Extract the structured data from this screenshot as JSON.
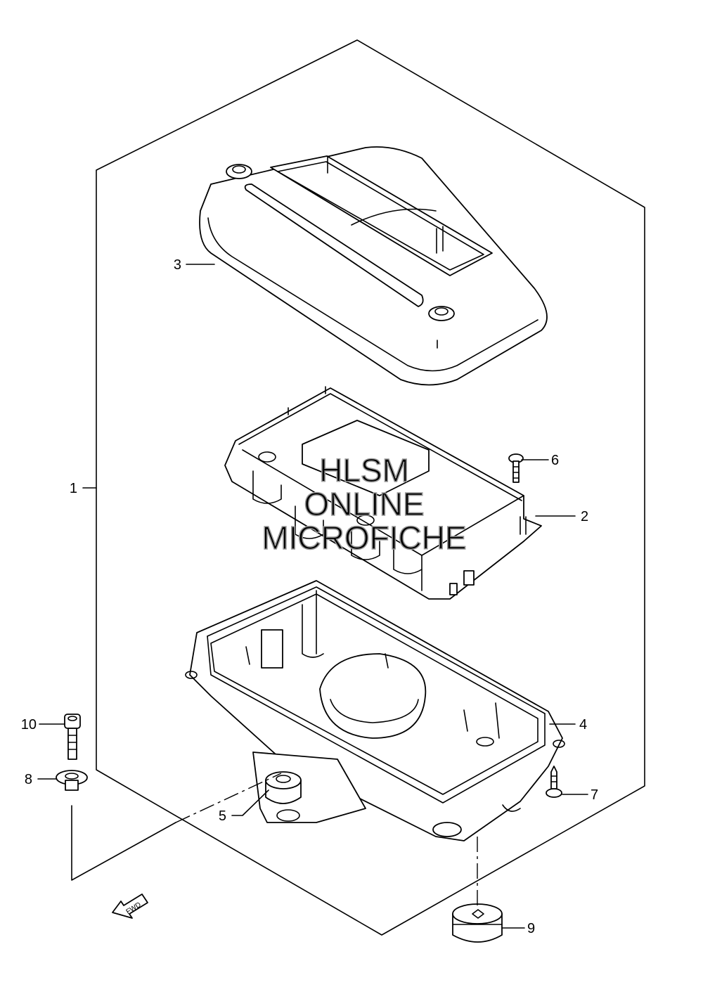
{
  "callouts": [
    {
      "number": "1"
    },
    {
      "number": "2"
    },
    {
      "number": "3"
    },
    {
      "number": "4"
    },
    {
      "number": "5"
    },
    {
      "number": "6"
    },
    {
      "number": "7"
    },
    {
      "number": "8"
    },
    {
      "number": "9"
    },
    {
      "number": "10"
    }
  ],
  "watermark": {
    "line1": "HLSM",
    "line2": "ONLINE",
    "line3": "MICROFICHE"
  },
  "fwd_label": "FWD"
}
